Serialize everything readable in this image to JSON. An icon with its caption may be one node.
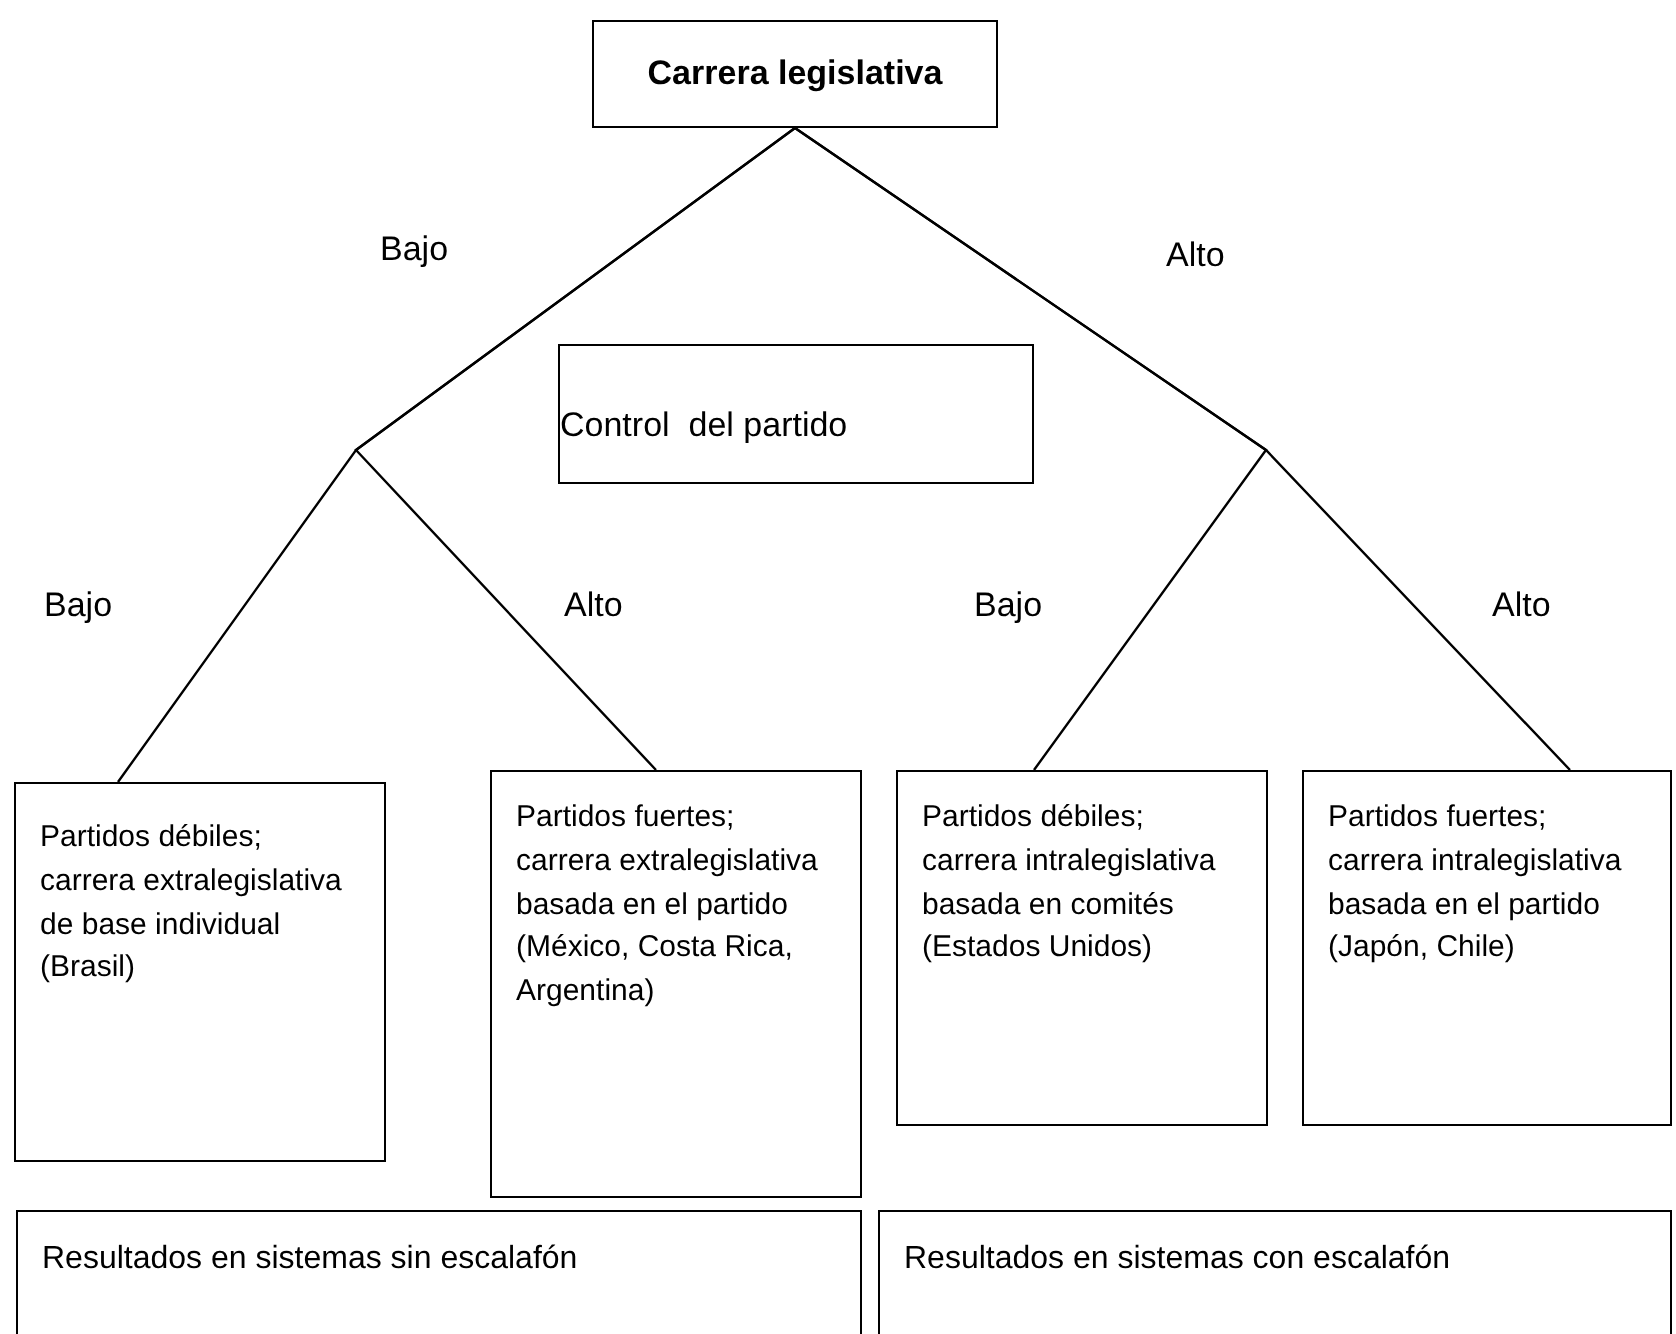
{
  "diagram": {
    "nodes": [
      {
        "text": [
          "Carrera legislativa"
        ]
      },
      {
        "text": [
          "Control  del partido"
        ]
      },
      {
        "text": [
          "Partidos débiles; carrera extralegislativa de base individual (Brasil)"
        ]
      },
      {
        "text": [
          "Partidos fuertes; carrera extralegislativa basada en el partido (México, Costa Rica, Argentina)"
        ]
      },
      {
        "text": [
          "Partidos débiles; carrera intralegislativa basada en comités (Estados Unidos)"
        ]
      },
      {
        "text": [
          "Partidos fuertes; carrera intralegislativa basada en el partido (Japón, Chile)"
        ]
      },
      {
        "text": [
          "Resultados en sistemas sin escalafón"
        ]
      },
      {
        "text": [
          "Resultados en sistemas con escalafón"
        ]
      }
    ],
    "edges": [
      {
        "from": 0,
        "to": 2,
        "arrow": "none",
        "label": "Bajo"
      },
      {
        "from": 0,
        "to": 3,
        "arrow": "none",
        "label": "Alto"
      },
      {
        "from": 0,
        "to": 4,
        "arrow": "none",
        "label": "Bajo"
      },
      {
        "from": 0,
        "to": 5,
        "arrow": "none",
        "label": "Alto"
      }
    ],
    "labels": [
      "Bajo",
      "Alto"
    ]
  }
}
